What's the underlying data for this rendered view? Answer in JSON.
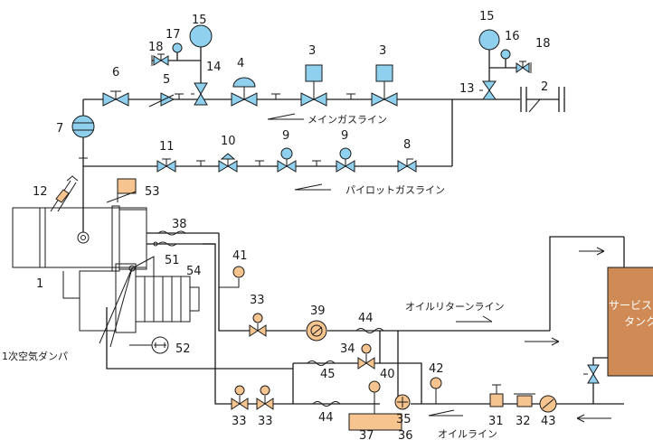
{
  "labels": {
    "main_gas_line": "メインガスライン",
    "pilot_gas_line": "パイロットガスライン",
    "oil_return_line": "オイルリターンライン",
    "oil_line": "オイルライン",
    "primary_air_damper": "1次空気ダンパ",
    "service_tank_line1": "サービス",
    "service_tank_line2": "タンク"
  },
  "numbers": {
    "n1": "1",
    "n2": "2",
    "n3a": "3",
    "n3b": "3",
    "n4": "4",
    "n5": "5",
    "n6": "6",
    "n7": "7",
    "n8": "8",
    "n9a": "9",
    "n9b": "9",
    "n10": "10",
    "n11": "11",
    "n12": "12",
    "n13": "13",
    "n14": "14",
    "n15a": "15",
    "n15b": "15",
    "n16": "16",
    "n17": "17",
    "n18a": "18",
    "n18b": "18",
    "n31": "31",
    "n32": "32",
    "n33a": "33",
    "n33b": "33",
    "n33c": "33",
    "n34": "34",
    "n35": "35",
    "n36": "36",
    "n37": "37",
    "n38": "38",
    "n39": "39",
    "n40": "40",
    "n41": "41",
    "n42": "42",
    "n43": "43",
    "n44a": "44",
    "n44b": "44",
    "n45": "45",
    "n51": "51",
    "n52": "52",
    "n53": "53",
    "n54": "54"
  },
  "colors": {
    "valve_blue": "#8ed0ee",
    "gauge_orange": "#f6c48e",
    "tank_brown": "#cf8a55"
  }
}
